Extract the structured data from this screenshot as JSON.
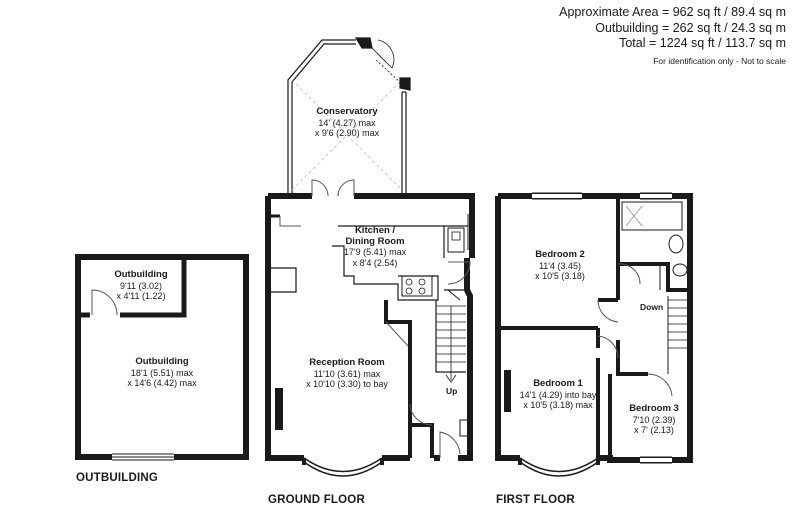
{
  "areas": {
    "approximate": "Approximate Area = 962 sq ft / 89.4 sq m",
    "outbuilding": "Outbuilding = 262 sq ft / 24.3 sq m",
    "total": "Total = 1224 sq ft / 113.7 sq m",
    "note": "For identification only - Not to scale"
  },
  "floors": {
    "outbuilding": "OUTBUILDING",
    "ground": "GROUND FLOOR",
    "first": "FIRST FLOOR"
  },
  "rooms": {
    "outbuilding_small": {
      "name": "Outbuilding",
      "dim1": "9'11 (3.02)",
      "dim2": "x 4'11 (1.22)"
    },
    "outbuilding_large": {
      "name": "Outbuilding",
      "dim1": "18'1 (5.51) max",
      "dim2": "x 14'6 (4.42) max"
    },
    "conservatory": {
      "name": "Conservatory",
      "dim1": "14' (4.27) max",
      "dim2": "x 9'6 (2.90) max"
    },
    "kitchen": {
      "name": "Kitchen /",
      "name2": "Dining Room",
      "dim1": "17'9 (5.41) max",
      "dim2": "x 8'4 (2.54)"
    },
    "reception": {
      "name": "Reception Room",
      "dim1": "11'10 (3.61) max",
      "dim2": "x 10'10 (3.30) to bay"
    },
    "bedroom2": {
      "name": "Bedroom 2",
      "dim1": "11'4 (3.45)",
      "dim2": "x 10'5 (3.18)"
    },
    "bedroom1": {
      "name": "Bedroom 1",
      "dim1": "14'1 (4.29) into bay",
      "dim2": "x 10'5 (3.18) max"
    },
    "bedroom3": {
      "name": "Bedroom 3",
      "dim1": "7'10 (2.39)",
      "dim2": "x 7' (2.13)"
    }
  },
  "stairs": {
    "up": "Up",
    "down": "Down"
  },
  "colors": {
    "wall": "#1a1a1a",
    "line": "#555555",
    "background": "#ffffff"
  }
}
